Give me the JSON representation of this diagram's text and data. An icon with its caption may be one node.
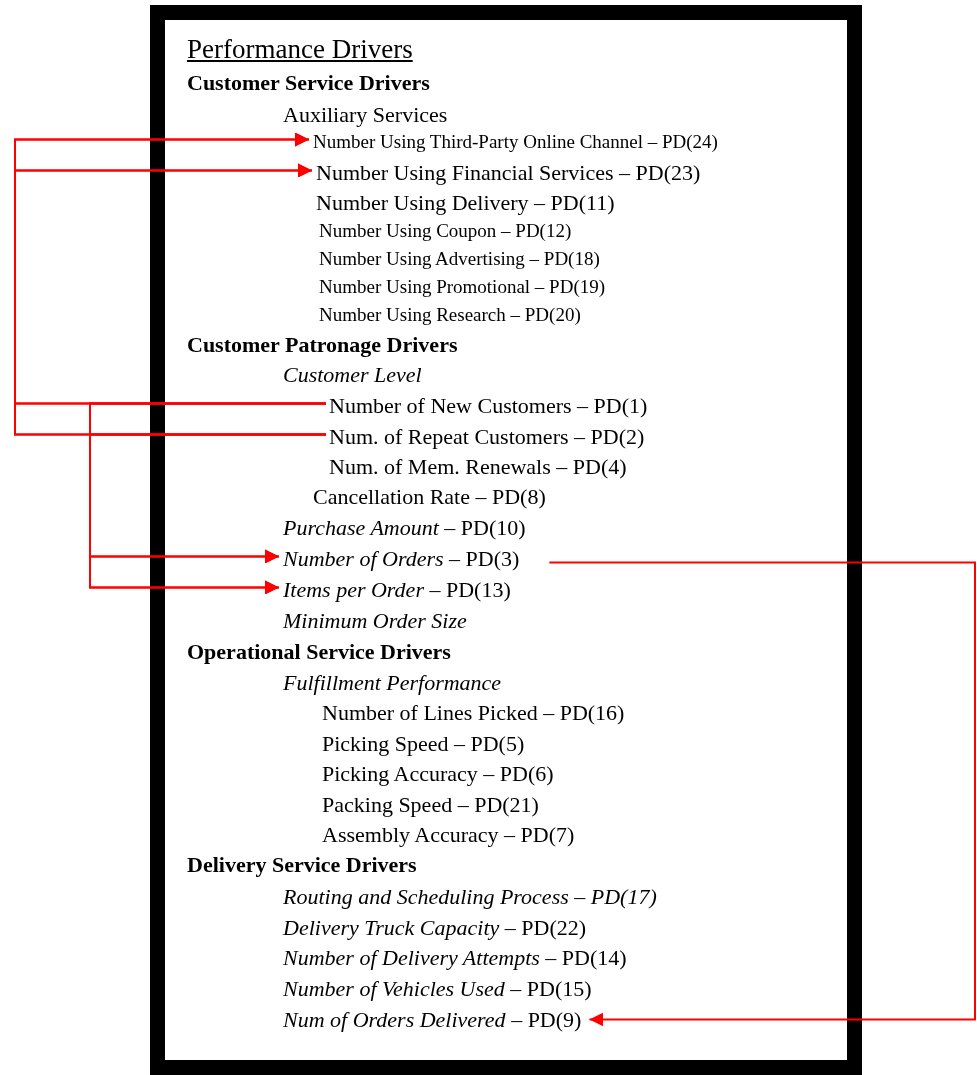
{
  "diagram": {
    "nodes": [
      {
        "text": [
          "Performance Drivers"
        ]
      },
      {
        "text": [
          "Customer Service Drivers"
        ],
        "in": 0
      },
      {
        "text": [
          "Auxiliary Services"
        ],
        "in": 0
      },
      {
        "text": [
          "Number Using Third-Party Online Channel – PD(24)"
        ],
        "in": 0
      },
      {
        "text": [
          "Number Using Financial Services – PD(23)"
        ],
        "in": 0
      },
      {
        "text": [
          "Number Using Delivery – PD(11)"
        ],
        "in": 0
      },
      {
        "text": [
          "Number Using Coupon – PD(12)"
        ],
        "in": 0
      },
      {
        "text": [
          "Number Using Advertising – PD(18)"
        ],
        "in": 0
      },
      {
        "text": [
          "Number Using Promotional – PD(19)"
        ],
        "in": 0
      },
      {
        "text": [
          "Number Using Research – PD(20)"
        ],
        "in": 0
      },
      {
        "text": [
          "Customer Patronage Drivers"
        ],
        "in": 0
      },
      {
        "text": [
          "Customer Level"
        ],
        "in": 0
      },
      {
        "text": [
          "Number of New Customers – PD(1)"
        ],
        "in": 0
      },
      {
        "text": [
          "Num. of Repeat Customers – PD(2)"
        ],
        "in": 0
      },
      {
        "text": [
          "Num. of Mem. Renewals – PD(4)"
        ],
        "in": 0
      },
      {
        "text": [
          "Cancellation Rate – PD(8)"
        ],
        "in": 0
      },
      {
        "text": [
          "*Purchase Amount* – PD(10)"
        ],
        "in": 0
      },
      {
        "text": [
          "*Number of Orders* – PD(3)"
        ],
        "in": 0
      },
      {
        "text": [
          "*Items per Order* – PD(13)"
        ],
        "in": 0
      },
      {
        "text": [
          "Minimum Order Size"
        ],
        "in": 0
      },
      {
        "text": [
          "Operational Service Drivers"
        ],
        "in": 0
      },
      {
        "text": [
          "Fulfillment Performance"
        ],
        "in": 0
      },
      {
        "text": [
          "Number of Lines Picked – PD(16)"
        ],
        "in": 0
      },
      {
        "text": [
          "Picking Speed – PD(5)"
        ],
        "in": 0
      },
      {
        "text": [
          "Picking Accuracy – PD(6)"
        ],
        "in": 0
      },
      {
        "text": [
          "Packing Speed – PD(21)"
        ],
        "in": 0
      },
      {
        "text": [
          "Assembly Accuracy – PD(7)"
        ],
        "in": 0
      },
      {
        "text": [
          "Delivery Service Drivers"
        ],
        "in": 0
      },
      {
        "text": [
          "Routing and Scheduling Process – PD(17)"
        ],
        "in": 0
      },
      {
        "text": [
          "*Delivery Truck Capacity* – PD(22)"
        ],
        "in": 0
      },
      {
        "text": [
          "*Number of Delivery Attempts* – PD(14)"
        ],
        "in": 0
      },
      {
        "text": [
          "*Number of Vehicles Used* – PD(15)"
        ],
        "in": 0
      },
      {
        "text": [
          "*Num of Orders Delivered* – PD(9)"
        ],
        "in": 0
      }
    ],
    "edges": [
      {
        "from": 12,
        "to": 3,
        "arrow": "to"
      },
      {
        "from": 12,
        "to": 4,
        "arrow": "to"
      },
      {
        "from": 13,
        "to": 3,
        "arrow": "to"
      },
      {
        "from": 13,
        "to": 4,
        "arrow": "to"
      },
      {
        "from": 12,
        "to": 17,
        "arrow": "to"
      },
      {
        "from": 12,
        "to": 18,
        "arrow": "to"
      },
      {
        "from": 13,
        "to": 17,
        "arrow": "to"
      },
      {
        "from": 13,
        "to": 18,
        "arrow": "to"
      },
      {
        "from": 17,
        "to": 32,
        "arrow": "to"
      }
    ]
  }
}
